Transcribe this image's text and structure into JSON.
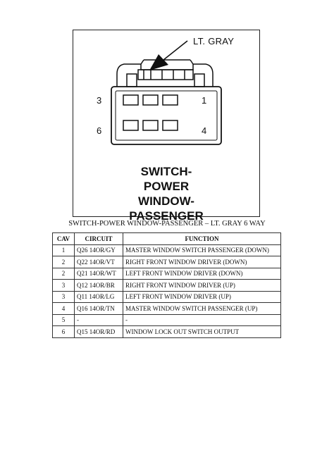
{
  "diagram": {
    "callout_label": "LT. GRAY",
    "pin_labels": {
      "p3": "3",
      "p1": "1",
      "p6": "6",
      "p4": "4"
    },
    "switch_name_lines": [
      "SWITCH-",
      "POWER",
      "WINDOW-",
      "PASSENGER"
    ]
  },
  "caption": "SWITCH-POWER WINDOW-PASSENGER – LT. GRAY 6 WAY",
  "table": {
    "headers": {
      "cav": "CAV",
      "circuit": "CIRCUIT",
      "function": "FUNCTION"
    },
    "rows": [
      {
        "cav": "1",
        "circuit": "Q26 14OR/GY",
        "function": "MASTER WINDOW SWITCH PASSENGER (DOWN)"
      },
      {
        "cav": "2",
        "circuit": "Q22 14OR/VT",
        "function": "RIGHT FRONT WINDOW DRIVER (DOWN)"
      },
      {
        "cav": "2",
        "circuit": "Q21 14OR/WT",
        "function": "LEFT FRONT WINDOW DRIVER (DOWN)"
      },
      {
        "cav": "3",
        "circuit": "Q12 14OR/BR",
        "function": "RIGHT FRONT WINDOW DRIVER (UP)"
      },
      {
        "cav": "3",
        "circuit": "Q11 14OR/LG",
        "function": "LEFT FRONT WINDOW DRIVER (UP)"
      },
      {
        "cav": "4",
        "circuit": "Q16 14OR/TN",
        "function": "MASTER WINDOW SWITCH PASSENGER (UP)"
      },
      {
        "cav": "5",
        "circuit": "-",
        "function": "-"
      },
      {
        "cav": "6",
        "circuit": "Q15 14OR/RD",
        "function": "WINDOW LOCK OUT SWITCH OUTPUT"
      }
    ]
  }
}
